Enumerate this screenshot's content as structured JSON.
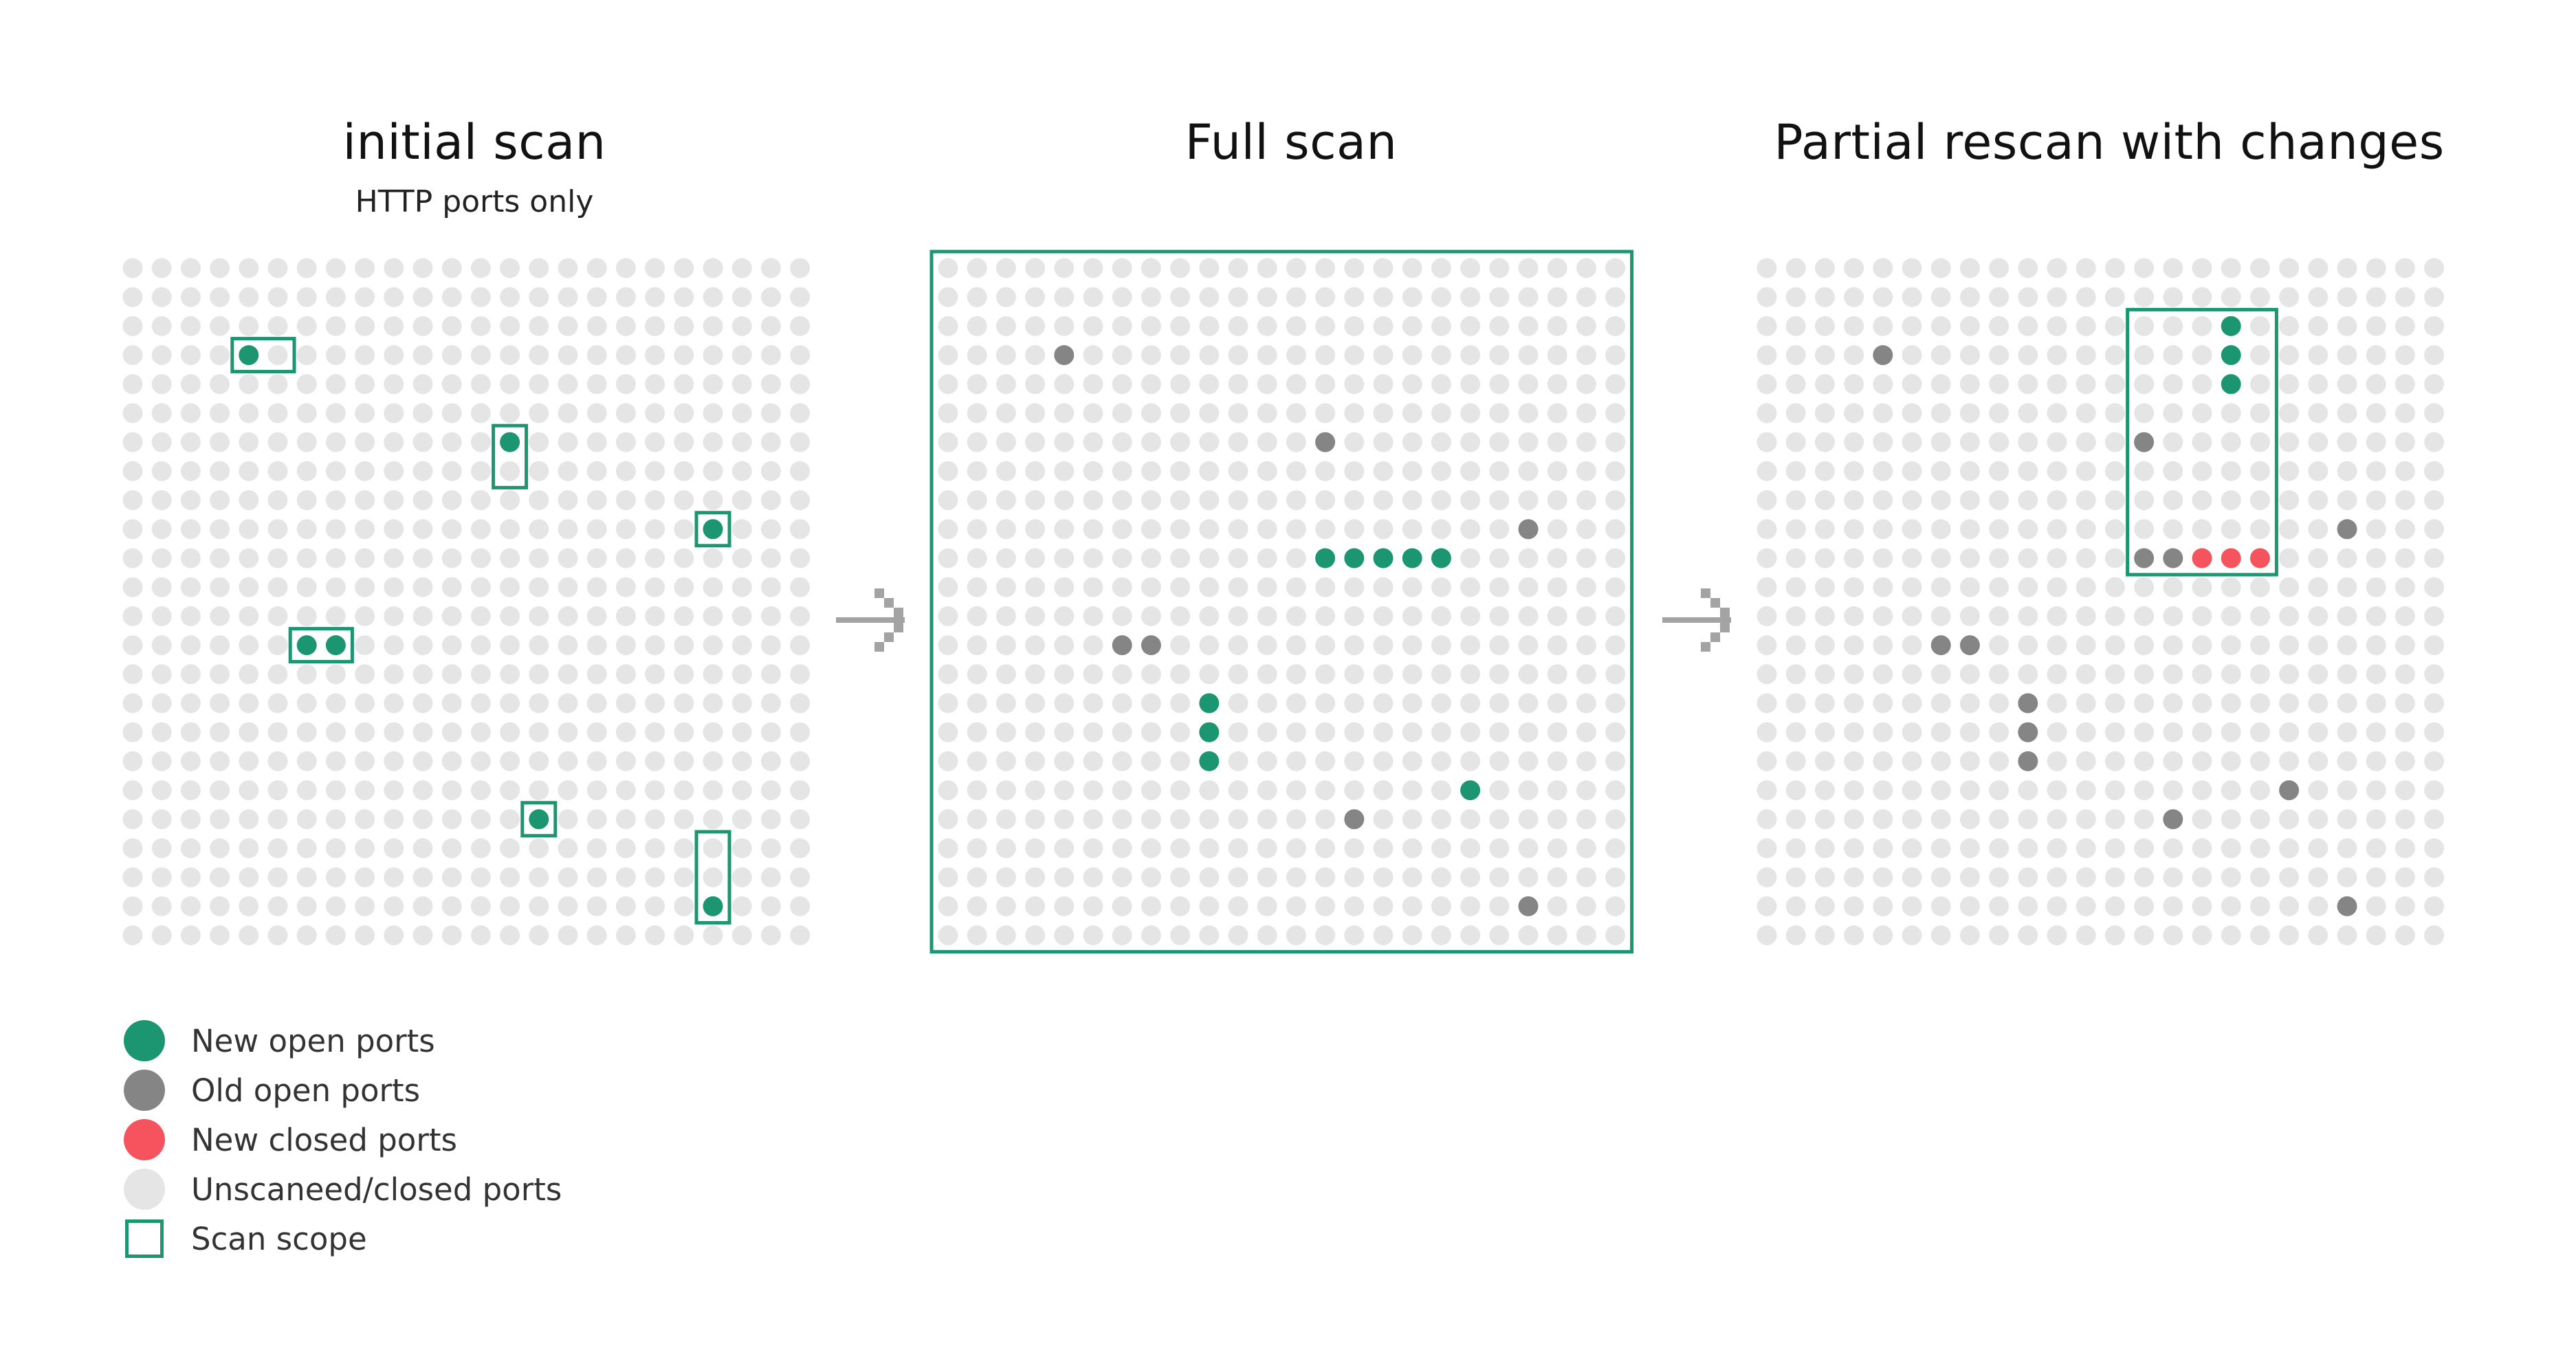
{
  "colors": {
    "new_open": "#1b9670",
    "old_open": "#858585",
    "new_closed": "#f5535d",
    "unscanned": "#e5e5e5",
    "scope": "#1b9670",
    "arrow": "#a3a3a3"
  },
  "panels": [
    {
      "title": "initial scan",
      "subtitle": "HTTP ports only",
      "grid": {
        "rows": 24,
        "cols": 24
      },
      "dots": [
        {
          "row": 3,
          "col": 4,
          "status": "new_open"
        },
        {
          "row": 6,
          "col": 13,
          "status": "new_open"
        },
        {
          "row": 9,
          "col": 20,
          "status": "new_open"
        },
        {
          "row": 13,
          "col": 6,
          "status": "new_open"
        },
        {
          "row": 13,
          "col": 7,
          "status": "new_open"
        },
        {
          "row": 19,
          "col": 14,
          "status": "new_open"
        },
        {
          "row": 22,
          "col": 20,
          "status": "new_open"
        }
      ],
      "scopes": [
        {
          "row0": 3,
          "col0": 4,
          "row1": 3,
          "col1": 5
        },
        {
          "row0": 6,
          "col0": 13,
          "row1": 7,
          "col1": 13
        },
        {
          "row0": 9,
          "col0": 20,
          "row1": 9,
          "col1": 20
        },
        {
          "row0": 13,
          "col0": 6,
          "row1": 13,
          "col1": 7
        },
        {
          "row0": 19,
          "col0": 14,
          "row1": 19,
          "col1": 14
        },
        {
          "row0": 20,
          "col0": 20,
          "row1": 22,
          "col1": 20
        }
      ]
    },
    {
      "title": "Full scan",
      "subtitle": "",
      "grid": {
        "rows": 24,
        "cols": 24
      },
      "dots": [
        {
          "row": 3,
          "col": 4,
          "status": "old_open"
        },
        {
          "row": 6,
          "col": 13,
          "status": "old_open"
        },
        {
          "row": 9,
          "col": 20,
          "status": "old_open"
        },
        {
          "row": 10,
          "col": 13,
          "status": "new_open"
        },
        {
          "row": 10,
          "col": 14,
          "status": "new_open"
        },
        {
          "row": 10,
          "col": 15,
          "status": "new_open"
        },
        {
          "row": 10,
          "col": 16,
          "status": "new_open"
        },
        {
          "row": 10,
          "col": 17,
          "status": "new_open"
        },
        {
          "row": 13,
          "col": 6,
          "status": "old_open"
        },
        {
          "row": 13,
          "col": 7,
          "status": "old_open"
        },
        {
          "row": 15,
          "col": 9,
          "status": "new_open"
        },
        {
          "row": 16,
          "col": 9,
          "status": "new_open"
        },
        {
          "row": 17,
          "col": 9,
          "status": "new_open"
        },
        {
          "row": 18,
          "col": 18,
          "status": "new_open"
        },
        {
          "row": 19,
          "col": 14,
          "status": "old_open"
        },
        {
          "row": 22,
          "col": 20,
          "status": "old_open"
        }
      ],
      "scopes": [
        {
          "row0": 0,
          "col0": 0,
          "row1": 23,
          "col1": 23
        }
      ]
    },
    {
      "title": "Partial rescan with changes",
      "subtitle": "",
      "grid": {
        "rows": 24,
        "cols": 24
      },
      "dots": [
        {
          "row": 2,
          "col": 16,
          "status": "new_open"
        },
        {
          "row": 3,
          "col": 4,
          "status": "old_open"
        },
        {
          "row": 3,
          "col": 16,
          "status": "new_open"
        },
        {
          "row": 4,
          "col": 16,
          "status": "new_open"
        },
        {
          "row": 6,
          "col": 13,
          "status": "old_open"
        },
        {
          "row": 9,
          "col": 20,
          "status": "old_open"
        },
        {
          "row": 10,
          "col": 13,
          "status": "old_open"
        },
        {
          "row": 10,
          "col": 14,
          "status": "old_open"
        },
        {
          "row": 10,
          "col": 15,
          "status": "new_closed"
        },
        {
          "row": 10,
          "col": 16,
          "status": "new_closed"
        },
        {
          "row": 10,
          "col": 17,
          "status": "new_closed"
        },
        {
          "row": 13,
          "col": 6,
          "status": "old_open"
        },
        {
          "row": 13,
          "col": 7,
          "status": "old_open"
        },
        {
          "row": 15,
          "col": 9,
          "status": "old_open"
        },
        {
          "row": 16,
          "col": 9,
          "status": "old_open"
        },
        {
          "row": 17,
          "col": 9,
          "status": "old_open"
        },
        {
          "row": 18,
          "col": 18,
          "status": "old_open"
        },
        {
          "row": 19,
          "col": 14,
          "status": "old_open"
        },
        {
          "row": 22,
          "col": 20,
          "status": "old_open"
        }
      ],
      "scopes": [
        {
          "row0": 2,
          "col0": 13,
          "row1": 10,
          "col1": 17
        }
      ]
    }
  ],
  "legend": [
    {
      "swatch": "dot",
      "color_key": "new_open",
      "label": "New open ports"
    },
    {
      "swatch": "dot",
      "color_key": "old_open",
      "label": "Old open ports"
    },
    {
      "swatch": "dot",
      "color_key": "new_closed",
      "label": "New closed ports"
    },
    {
      "swatch": "dot",
      "color_key": "unscanned",
      "label": "Unscaneed/closed ports"
    },
    {
      "swatch": "box",
      "color_key": "scope",
      "label": "Scan scope"
    }
  ]
}
